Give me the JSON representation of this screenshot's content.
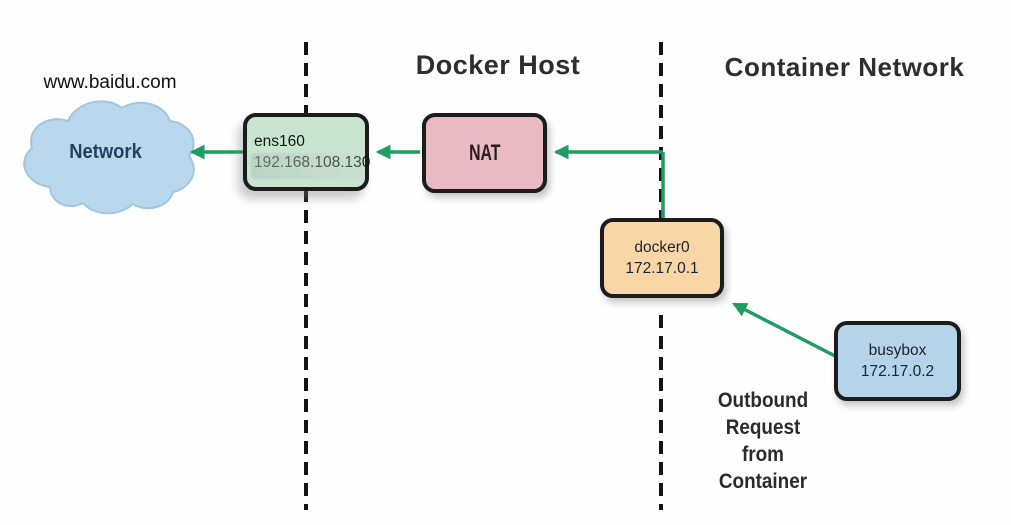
{
  "titles": {
    "docker_host": "Docker Host",
    "container_network": "Container Network"
  },
  "external": {
    "domain_label": "www.baidu.com"
  },
  "cloud": {
    "label": "Network"
  },
  "nodes": {
    "ens160": {
      "name": "ens160",
      "ip": "192.168.108.130"
    },
    "nat": {
      "label": "NAT"
    },
    "docker0": {
      "name": "docker0",
      "ip": "172.17.0.1"
    },
    "busybox": {
      "name": "busybox",
      "ip": "172.17.0.2"
    }
  },
  "annotation": {
    "line1": "Outbound",
    "line2": "Request",
    "line3": "from Container"
  },
  "colors": {
    "arrow_green": "#1f9e63",
    "boundary_dash": "#141414",
    "ens160_fill": "#c9e5d0",
    "nat_fill": "#e9bac4",
    "docker0_fill": "#f9d6a6",
    "busybox_fill": "#b5d3e9",
    "cloud_fill": "#b9d8ee"
  }
}
